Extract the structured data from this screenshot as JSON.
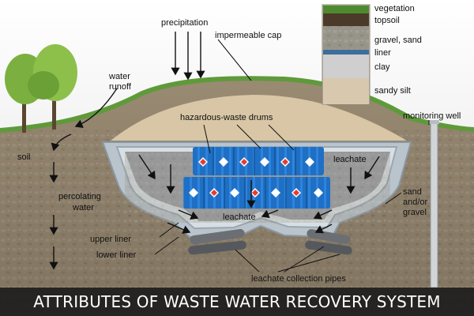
{
  "labels": {
    "precipitation": "precipitation",
    "impermeable_cap": "impermeable cap",
    "water_runoff_1": "water",
    "water_runoff_2": "runoff",
    "soil": "soil",
    "percolating_1": "percolating",
    "percolating_2": "water",
    "hazardous_drums": "hazardous-waste drums",
    "leachate_right": "leachate",
    "leachate_bottom": "leachate",
    "sand_gravel_1": "sand",
    "sand_gravel_2": "and/or",
    "sand_gravel_3": "gravel",
    "upper_liner": "upper liner",
    "lower_liner": "lower liner",
    "collection_pipes": "leachate collection pipes",
    "monitoring_well": "monitoring well"
  },
  "legend": {
    "vegetation": "vegetation",
    "topsoil": "topsoil",
    "gravel_sand": "gravel, sand",
    "liner": "liner",
    "clay": "clay",
    "sandy_silt": "sandy silt"
  },
  "banner_text": "ATTRIBUTES OF WASTE WATER RECOVERY SYSTEM",
  "colors": {
    "sky": "#ffffff",
    "grass": "#5f9a3a",
    "soil": "#8b7d66",
    "cap": "#d8c6a6",
    "liner": "#b9c4cc",
    "drum": "#1f6fc4",
    "banner": "#191919"
  }
}
